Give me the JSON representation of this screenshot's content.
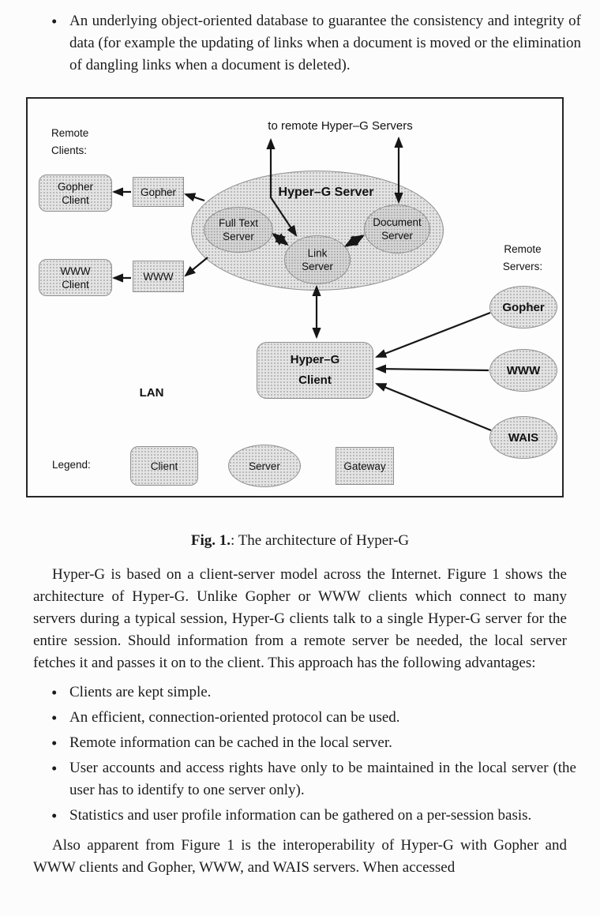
{
  "colors": {
    "ink": "#1c1c1c",
    "shape_fill": "#e4e4e4",
    "figure_border": "#262626"
  },
  "page": {
    "intro_bullet": "An underlying object-oriented database to guarantee the consistency and integrity of data (for example the updating of links when a document is moved or the elimination of dangling links when a document is deleted).",
    "caption": {
      "label": "Fig. 1.",
      "text": ": The architecture of Hyper-G"
    },
    "paragraph_1": "Hyper-G is based on a client-server model across the Internet. Figure 1 shows the architecture of Hyper-G. Unlike Gopher or WWW clients which connect to many servers during a typical session, Hyper-G clients talk to a single Hyper-G server for the entire session. Should information from a remote server be needed, the local server fetches it and passes it on to the client. This approach has the following advantages:",
    "advantages": [
      "Clients are kept simple.",
      "An efficient, connection-oriented protocol can be used.",
      "Remote information can be cached in the local server.",
      "User accounts and access rights have only to be maintained in the local server (the user has to identify to one server only).",
      "Statistics and user profile information can be gathered on a per-session basis."
    ],
    "paragraph_2": "Also apparent from Figure 1 is the interoperability of Hyper-G with Gopher and WWW clients and Gopher, WWW, and WAIS servers. When accessed"
  },
  "diagram": {
    "to_remote": "to remote Hyper–G Servers",
    "remote_clients": "Remote\nClients:",
    "gopher_client": "Gopher\nClient",
    "gateway_gopher": "Gopher",
    "www_client": "WWW\nClient",
    "gateway_www": "WWW",
    "hyperg_server": "Hyper–G Server",
    "full_text_server": "Full Text\nServer",
    "link_server": "Link\nServer",
    "document_server": "Document\nServer",
    "hyperg_client": "Hyper–G\nClient",
    "remote_servers": "Remote\nServers:",
    "server_gopher": "Gopher",
    "server_www": "WWW",
    "server_wais": "WAIS",
    "lan": "LAN",
    "legend_title": "Legend:",
    "legend_client": "Client",
    "legend_server": "Server",
    "legend_gateway": "Gateway"
  }
}
